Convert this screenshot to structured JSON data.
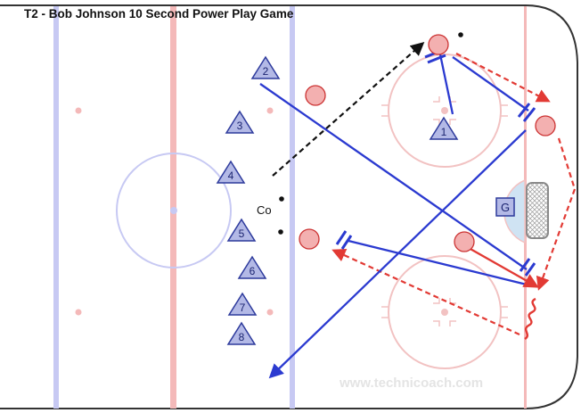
{
  "title": "T2 - Bob Johnson 10 Second Power Play Game",
  "watermark": "www.technicoach.com",
  "coach_label": "Co",
  "goalie_label": "G",
  "attackers": [
    "1",
    "2",
    "3",
    "4",
    "5",
    "6",
    "7",
    "8"
  ],
  "colors": {
    "blue_line": "#c7c9f3",
    "red_line": "#f4b9b9",
    "circle": "#f2c2c2",
    "player_fill": "#b3b9e6",
    "player_stroke": "#2d3a9c",
    "pass": "#2b3ad0",
    "skate": "#e23a34",
    "shot": "#111111",
    "puck_carrier": "#f3b0b0",
    "crease": "#cfe3f3"
  }
}
